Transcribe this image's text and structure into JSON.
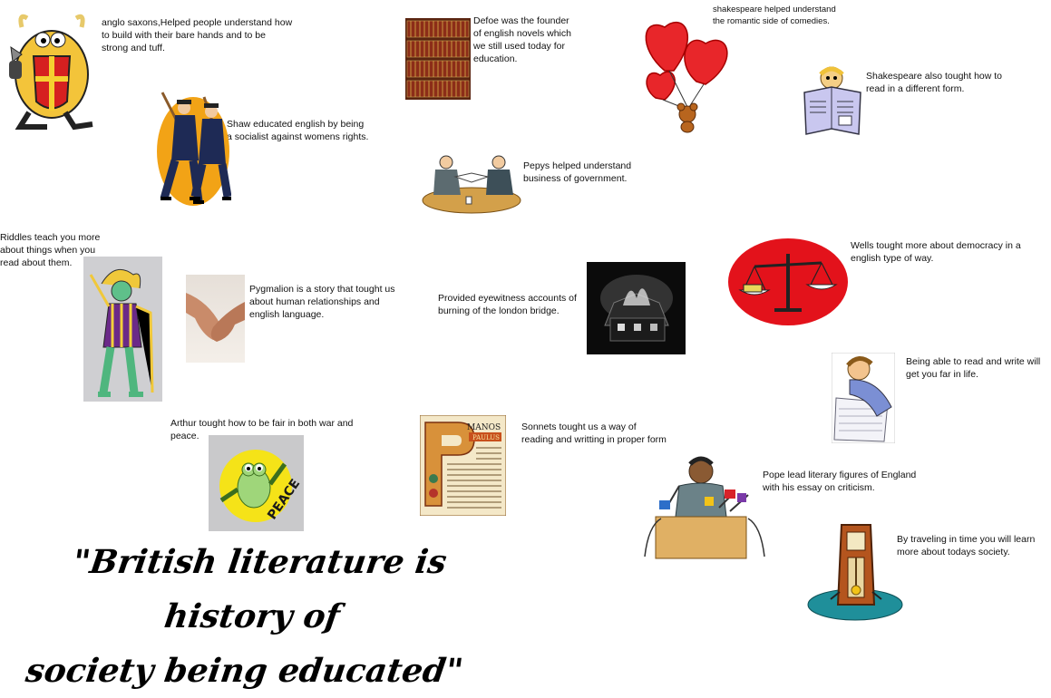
{
  "captions": {
    "anglo_saxons": "anglo saxons,Helped people understand how\nto build with their bare hands and to be\n    strong and tuff.",
    "defoe": "Defoe  was the founder\nof english novels which\nwe  still used today for\neducation.",
    "shakespeare_romantic": "shakespeare helped understand\nthe romantic side of comedies.",
    "shakespeare_read": "Shakespeare also tought how to\nread in a different form.",
    "shaw": "Shaw educated english by being\na socialist against womens rights.",
    "pepys": "Pepys helped understand\nbusiness of government.",
    "riddles": "Riddles teach you more\nabout things when you\nread about them.",
    "pygmalion": "Pygmalion is a story that tought us\nabout human relationships and\nenglish language.",
    "eyewitness": "Provided eyewitness accounts of\nburning of the london bridge.",
    "wells": "Wells tought more about democracy in a\nenglish type of way.",
    "read_write": "Being able to read and write will\nget you far in life.",
    "arthur": "Arthur tought how to be fair in both war and\npeace.",
    "sonnets": "Sonnets tought us a way of\nreading and writting in proper form",
    "pope": "Pope lead literary figures of England\nwith his essay on criticism.",
    "time_travel": "By traveling in time you will learn\nmore about todays society."
  },
  "image_text": {
    "peace": "PEACE",
    "manos": "MANOS",
    "paulus": "PAULUS"
  },
  "quote": "\"British literature is history of\nsociety being educated\"",
  "colors": {
    "balloon_red": "#e8262a",
    "scale_red": "#e3121b",
    "book_brown": "#7a2a14",
    "frame_tan": "#c89a5a"
  },
  "icons": [
    "viking-egg-knight-icon",
    "bookshelf-icon",
    "heart-balloons-bear-icon",
    "man-reading-newspaper-icon",
    "marching-soldiers-icon",
    "business-meeting-table-icon",
    "jester-icon",
    "holding-hands-icon",
    "burning-building-icon",
    "justice-scale-icon",
    "child-writing-icon",
    "peace-cartoon-icon",
    "illuminated-manuscript-icon",
    "speaker-podium-microphones-icon",
    "grandfather-clock-icon"
  ]
}
